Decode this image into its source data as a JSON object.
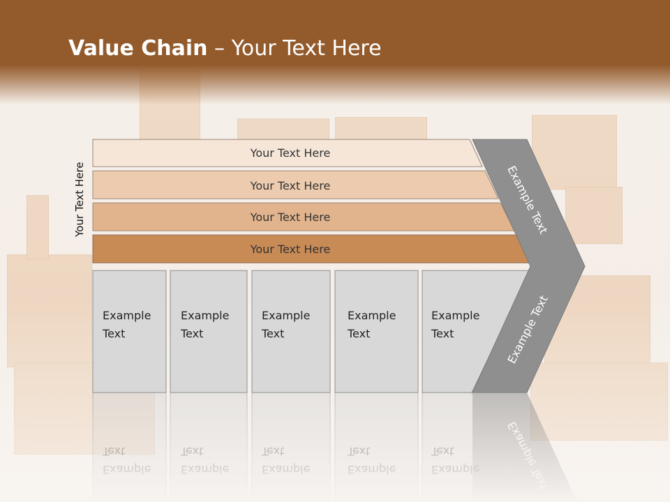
{
  "title": {
    "bold": "Value Chain",
    "dash": " – ",
    "rest": "Your Text Here"
  },
  "side_label": "Your Text Here",
  "bands": [
    {
      "label": "Your Text Here",
      "color": "#f5e6d8"
    },
    {
      "label": "Your Text Here",
      "color": "#eccbae"
    },
    {
      "label": "Your Text Here",
      "color": "#e2b48d"
    },
    {
      "label": "Your Text Here",
      "color": "#c98b56"
    }
  ],
  "columns": [
    {
      "line1": "Example",
      "line2": "Text"
    },
    {
      "line1": "Example",
      "line2": "Text"
    },
    {
      "line1": "Example",
      "line2": "Text"
    },
    {
      "line1": "Example",
      "line2": "Text"
    },
    {
      "line1": "Example",
      "line2": "Text"
    }
  ],
  "arrow": {
    "upper": "Example Text",
    "lower": "Example Text"
  },
  "colors": {
    "header": "#935b2c",
    "arrow": "#8f8f8f",
    "column_fill": "#d8d8d8"
  }
}
